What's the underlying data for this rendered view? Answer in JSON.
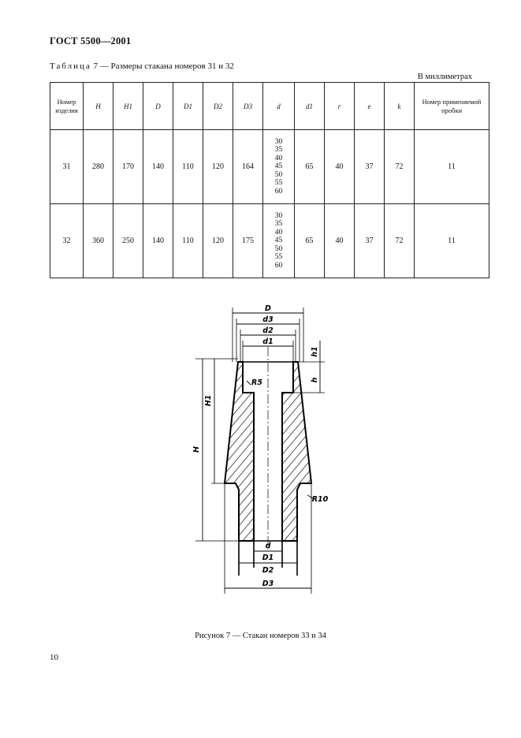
{
  "header": {
    "title": "ГОСТ 5500—2001"
  },
  "table_caption": {
    "prefix": "Таблица",
    "text": "7 — Размеры стакана номеров 31 и 32"
  },
  "units": "В миллиметрах",
  "table": {
    "headers": [
      "Номер изделия",
      "H",
      "H1",
      "D",
      "D1",
      "D2",
      "D3",
      "d",
      "d1",
      "r",
      "e",
      "k",
      "Номер применяемой пробки"
    ],
    "rows": [
      {
        "num": "31",
        "H": "280",
        "H1": "170",
        "D": "140",
        "D1": "110",
        "D2": "120",
        "D3": "164",
        "d": [
          "30",
          "35",
          "40",
          "45",
          "50",
          "55",
          "60"
        ],
        "d1": "65",
        "r": "40",
        "e": "37",
        "k": "72",
        "plug": "11"
      },
      {
        "num": "32",
        "H": "360",
        "H1": "250",
        "D": "140",
        "D1": "110",
        "D2": "120",
        "D3": "175",
        "d": [
          "30",
          "35",
          "40",
          "45",
          "50",
          "55",
          "60"
        ],
        "d1": "65",
        "r": "40",
        "e": "37",
        "k": "72",
        "plug": "11"
      }
    ]
  },
  "figure": {
    "labels": {
      "D": "D",
      "d3": "d3",
      "d2": "d2",
      "d1": "d1",
      "h1": "h1",
      "h": "h",
      "H1": "H1",
      "H": "H",
      "R5": "R5",
      "R10": "R10",
      "d": "d",
      "D1": "D1",
      "D2": "D2",
      "D3": "D3"
    },
    "caption": "Рисунок 7 — Стакан номеров 33 и 34"
  },
  "page_number": "10"
}
